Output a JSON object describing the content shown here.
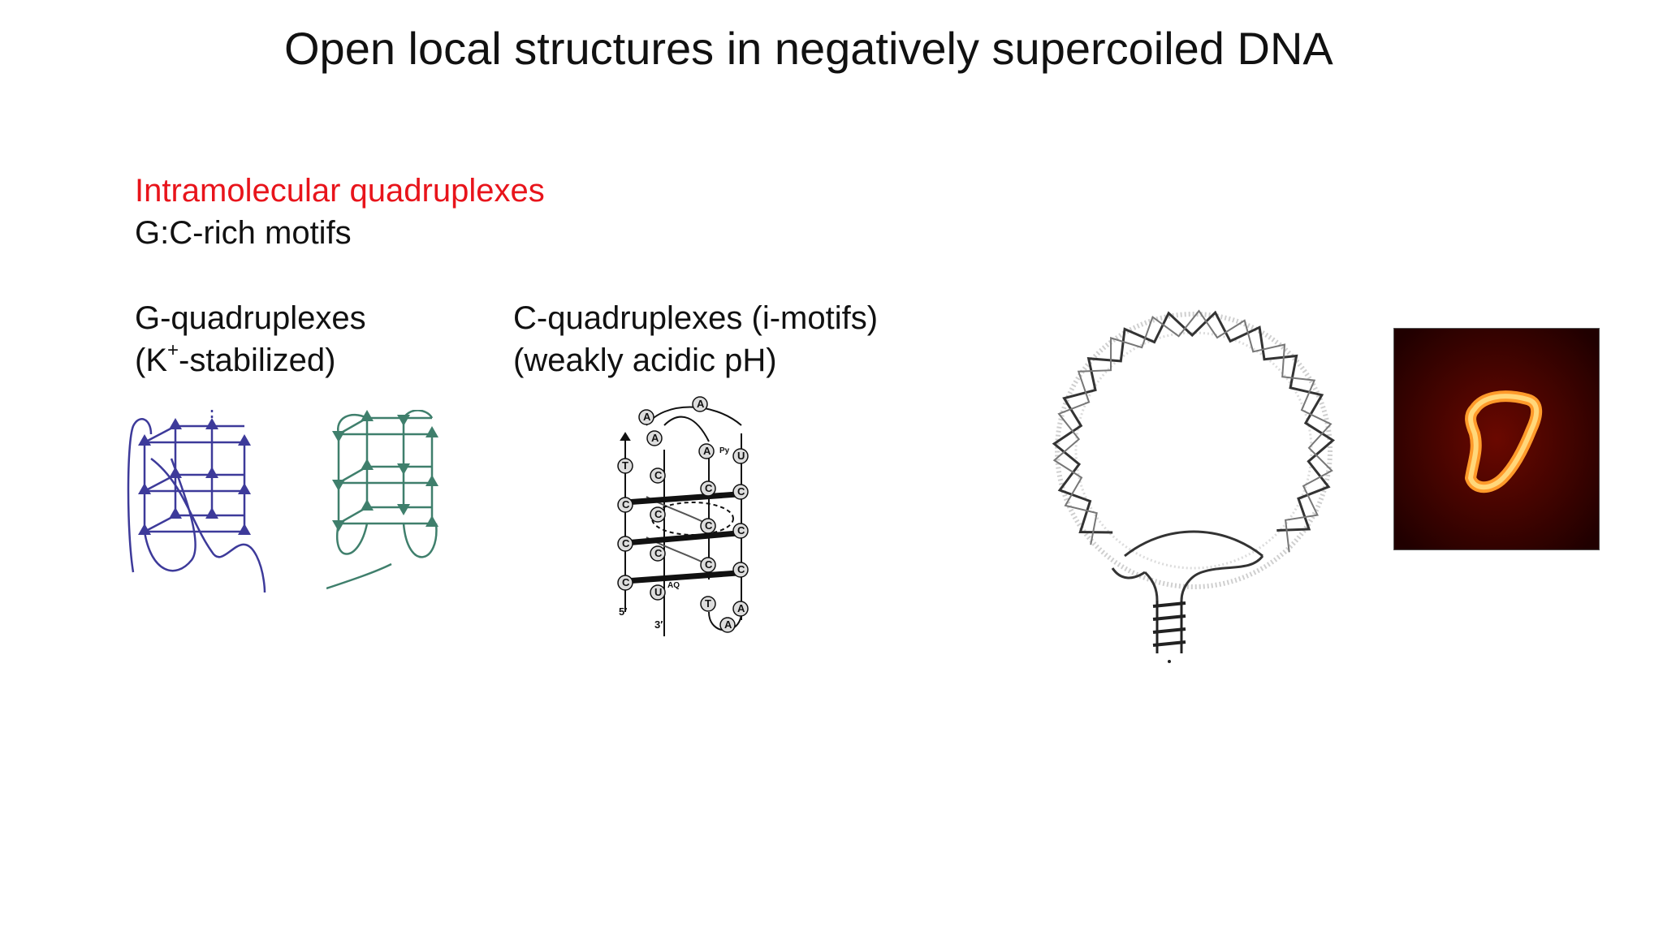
{
  "slide": {
    "title": "Open local structures in negatively supercoiled DNA",
    "subtitle_red": "Intramolecular quadruplexes",
    "subtitle": "G:C-rich motifs",
    "accent_color": "#e8141b"
  },
  "g_quadruplex": {
    "line1": "G-quadruplexes",
    "line2_prefix": "(K",
    "line2_sup": "+",
    "line2_suffix": "-stabilized)",
    "colors": [
      "#3d3a9a",
      "#3f7f6c"
    ]
  },
  "c_quadruplex": {
    "line1": "C-quadruplexes (i-motifs)",
    "line2": "(weakly acidic pH)",
    "bases": {
      "left_strand": [
        "T",
        "C",
        "C",
        "C",
        "U"
      ],
      "middle_strand": [
        "A",
        "A",
        "C",
        "C",
        "C"
      ],
      "right_inner": [
        "A",
        "C",
        "C",
        "C",
        "T"
      ],
      "right_outer": [
        "U",
        "C",
        "C",
        "C",
        "A",
        "A"
      ],
      "top": "A"
    },
    "labels": {
      "five_prime": "5′",
      "three_prime": "3′",
      "aq": "AQ",
      "py": "Py"
    }
  },
  "afm_image": {
    "background": "#2a0000",
    "highlight": "#ffcf6a"
  }
}
